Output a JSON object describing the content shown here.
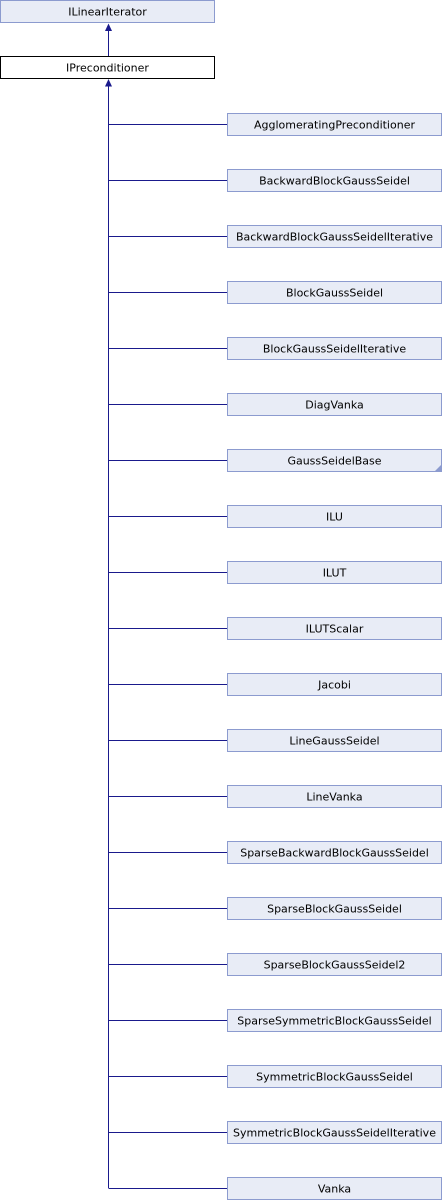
{
  "colors": {
    "box_fill": "#e8ecf6",
    "box_border": "#8c9bcf",
    "focus_fill": "#ffffff",
    "focus_border": "#000000",
    "connector": "#1a1a8c",
    "page_background": "#ffffff"
  },
  "diagram": {
    "base_class": {
      "label": "ILinearIterator",
      "has_children_marker": false
    },
    "focus_class": {
      "label": "IPreconditioner",
      "has_children_marker": false
    },
    "derived_classes": [
      {
        "label": "AgglomeratingPreconditioner",
        "has_children_marker": false
      },
      {
        "label": "BackwardBlockGaussSeidel",
        "has_children_marker": false
      },
      {
        "label": "BackwardBlockGaussSeidelIterative",
        "has_children_marker": false
      },
      {
        "label": "BlockGaussSeidel",
        "has_children_marker": false
      },
      {
        "label": "BlockGaussSeidelIterative",
        "has_children_marker": false
      },
      {
        "label": "DiagVanka",
        "has_children_marker": false
      },
      {
        "label": "GaussSeidelBase",
        "has_children_marker": true
      },
      {
        "label": "ILU",
        "has_children_marker": false
      },
      {
        "label": "ILUT",
        "has_children_marker": false
      },
      {
        "label": "ILUTScalar",
        "has_children_marker": false
      },
      {
        "label": "Jacobi",
        "has_children_marker": false
      },
      {
        "label": "LineGaussSeidel",
        "has_children_marker": false
      },
      {
        "label": "LineVanka",
        "has_children_marker": false
      },
      {
        "label": "SparseBackwardBlockGaussSeidel",
        "has_children_marker": false
      },
      {
        "label": "SparseBlockGaussSeidel",
        "has_children_marker": false
      },
      {
        "label": "SparseBlockGaussSeidel2",
        "has_children_marker": false
      },
      {
        "label": "SparseSymmetricBlockGaussSeidel",
        "has_children_marker": false
      },
      {
        "label": "SymmetricBlockGaussSeidel",
        "has_children_marker": false
      },
      {
        "label": "SymmetricBlockGaussSeidelIterative",
        "has_children_marker": false
      },
      {
        "label": "Vanka",
        "has_children_marker": false
      }
    ]
  }
}
